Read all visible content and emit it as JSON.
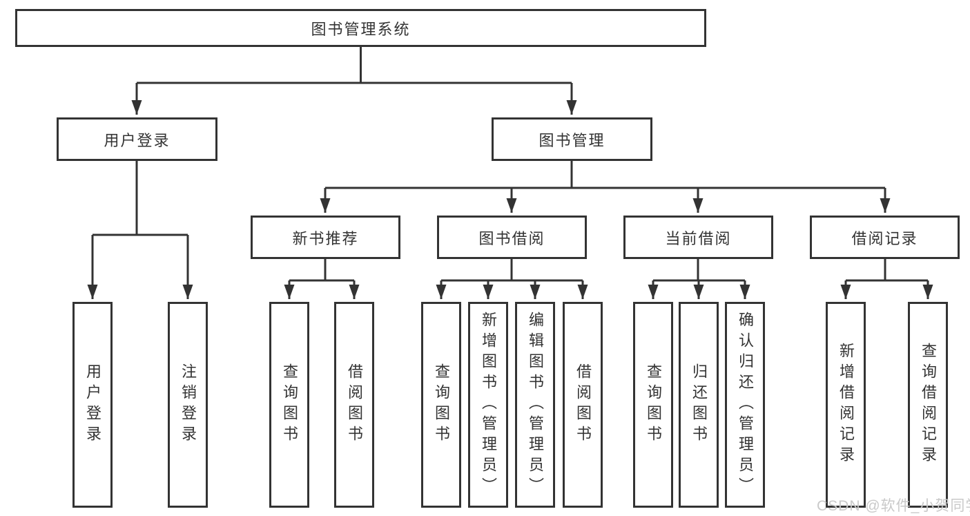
{
  "title": "图书管理系统",
  "diagram_type": "hierarchy",
  "tree": {
    "label": "图书管理系统",
    "children": [
      {
        "label": "用户登录",
        "children": [
          {
            "label": "用户登录"
          },
          {
            "label": "注销登录"
          }
        ]
      },
      {
        "label": "图书管理",
        "children": [
          {
            "label": "新书推荐",
            "children": [
              {
                "label": "查询图书"
              },
              {
                "label": "借阅图书"
              }
            ]
          },
          {
            "label": "图书借阅",
            "children": [
              {
                "label": "查询图书"
              },
              {
                "label": "新增图书（管理员）"
              },
              {
                "label": "编辑图书（管理员）"
              },
              {
                "label": "借阅图书"
              }
            ]
          },
          {
            "label": "当前借阅",
            "children": [
              {
                "label": "查询图书"
              },
              {
                "label": "归还图书"
              },
              {
                "label": "确认归还（管理员）"
              }
            ]
          },
          {
            "label": "借阅记录",
            "children": [
              {
                "label": "新增借阅记录"
              },
              {
                "label": "查询借阅记录"
              }
            ]
          }
        ]
      }
    ]
  },
  "watermark": {
    "text": "CSDN @软件_小贺同学"
  },
  "colors": {
    "line": "#333333",
    "text": "#333333",
    "box_background": "#ffffff",
    "watermark": "#c9c9c9"
  }
}
